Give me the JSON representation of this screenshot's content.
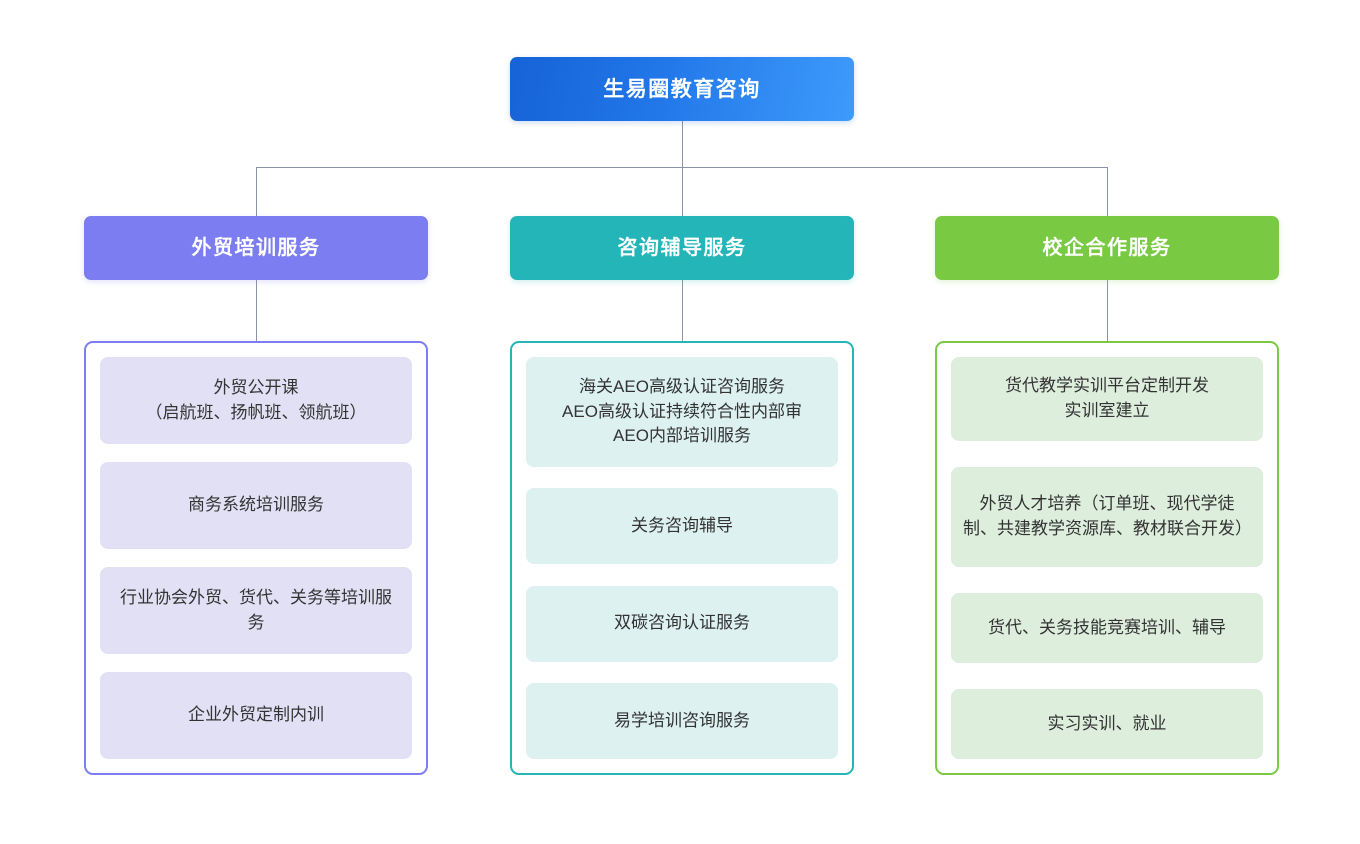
{
  "diagram": {
    "type": "organization-chart",
    "orientation": "top-down",
    "root": {
      "label": "生易圈教育咨询",
      "color": "#2176e8",
      "gradient_from": "#1663d6",
      "gradient_to": "#3d9bfb"
    },
    "connector_color": "#8a94a6",
    "branches": [
      {
        "label": "外贸培训服务",
        "header_color": "#7b7df0",
        "border_color": "#7b7df0",
        "card_color": "#e2e0f5",
        "items": [
          "外贸公开课\n（启航班、扬帆班、领航班）",
          "商务系统培训服务",
          "行业协会外贸、货代、关务等培训服务",
          "企业外贸定制内训"
        ]
      },
      {
        "label": "咨询辅导服务",
        "header_color": "#23b5b8",
        "border_color": "#23b5b8",
        "card_color": "#ddf1f1",
        "items": [
          "海关AEO高级认证咨询服务\nAEO高级认证持续符合性内部审\nAEO内部培训服务",
          "关务咨询辅导",
          "双碳咨询认证服务",
          "易学培训咨询服务"
        ]
      },
      {
        "label": "校企合作服务",
        "header_color": "#7ac943",
        "border_color": "#7ac943",
        "card_color": "#ddeedd",
        "items": [
          "货代教学实训平台定制开发\n实训室建立",
          "外贸人才培养（订单班、现代学徒制、共建教学资源库、教材联合开发）",
          "货代、关务技能竞赛培训、辅导",
          "实习实训、就业"
        ]
      }
    ]
  }
}
